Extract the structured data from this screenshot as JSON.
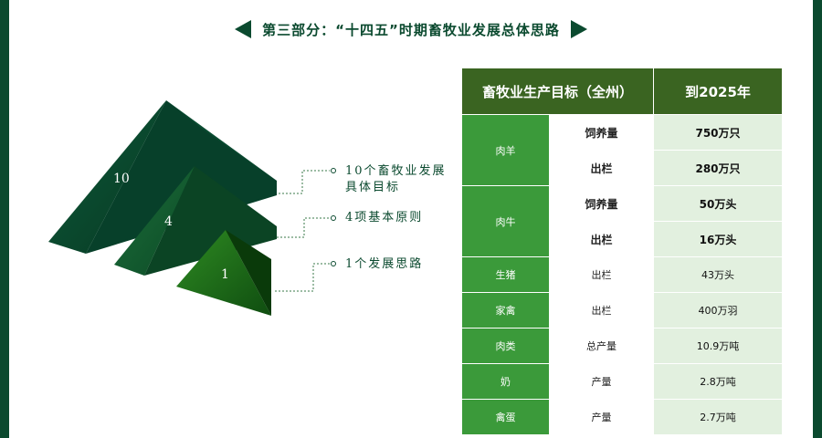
{
  "title": "第三部分：“十四五”时期畜牧业发展总体思路",
  "pyramid": {
    "labels": [
      "10",
      "4",
      "1"
    ],
    "callouts": [
      "10个畜牧业发展具体目标",
      "4项基本原则",
      "1个发展思路"
    ]
  },
  "table": {
    "headers": [
      "畜牧业生产目标（全州）",
      "到2025年"
    ],
    "rows": [
      {
        "cat": "肉羊",
        "item": "饲养量",
        "value": "750万只"
      },
      {
        "cat": "肉羊",
        "item": "出栏",
        "value": "280万只"
      },
      {
        "cat": "肉牛",
        "item": "饲养量",
        "value": "50万头"
      },
      {
        "cat": "肉牛",
        "item": "出栏",
        "value": "16万头"
      },
      {
        "cat": "生猪",
        "item": "出栏",
        "value": "43万头"
      },
      {
        "cat": "家禽",
        "item": "出栏",
        "value": "400万羽"
      },
      {
        "cat": "肉类",
        "item": "总产量",
        "value": "10.9万吨"
      },
      {
        "cat": "奶",
        "item": "产量",
        "value": "2.8万吨"
      },
      {
        "cat": "禽蛋",
        "item": "产量",
        "value": "2.7万吨"
      }
    ]
  },
  "colors": {
    "dark_green": "#0b4a2f",
    "header_green": "#3a6421",
    "category_green": "#3b9a3a",
    "value_bg": "#e2f0df"
  }
}
